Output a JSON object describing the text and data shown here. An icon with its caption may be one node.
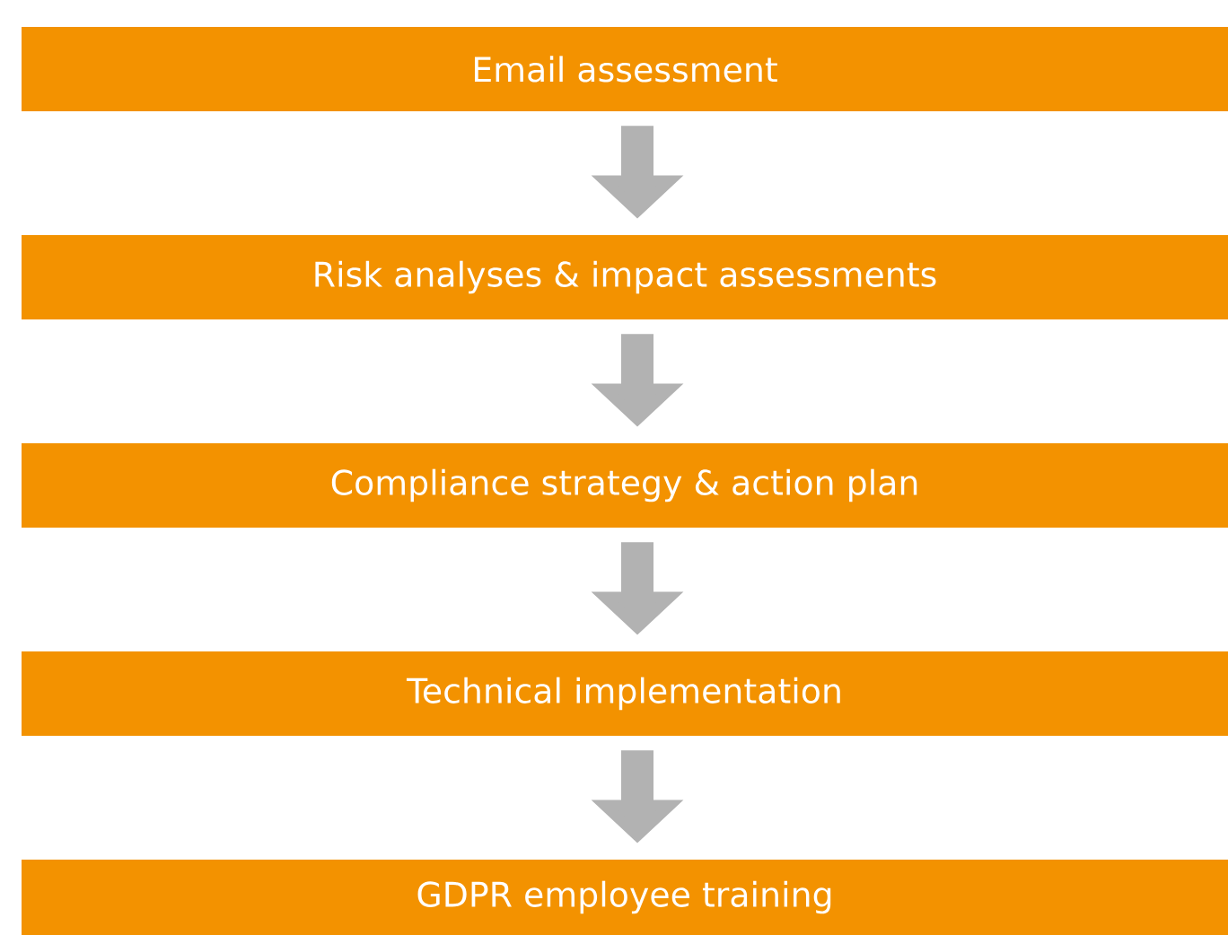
{
  "diagram": {
    "nodes": [
      {
        "text": [
          "Email assessment"
        ]
      },
      {
        "text": [
          "Risk analyses & impact assessments"
        ]
      },
      {
        "text": [
          "Compliance strategy & action plan"
        ]
      },
      {
        "text": [
          "Technical implementation"
        ]
      },
      {
        "text": [
          "GDPR employee training"
        ]
      }
    ],
    "edges": [
      {
        "from": 0,
        "to": 1,
        "arrow": "to"
      },
      {
        "from": 1,
        "to": 2,
        "arrow": "to"
      },
      {
        "from": 2,
        "to": 3,
        "arrow": "to"
      },
      {
        "from": 3,
        "to": 4,
        "arrow": "to"
      }
    ]
  }
}
